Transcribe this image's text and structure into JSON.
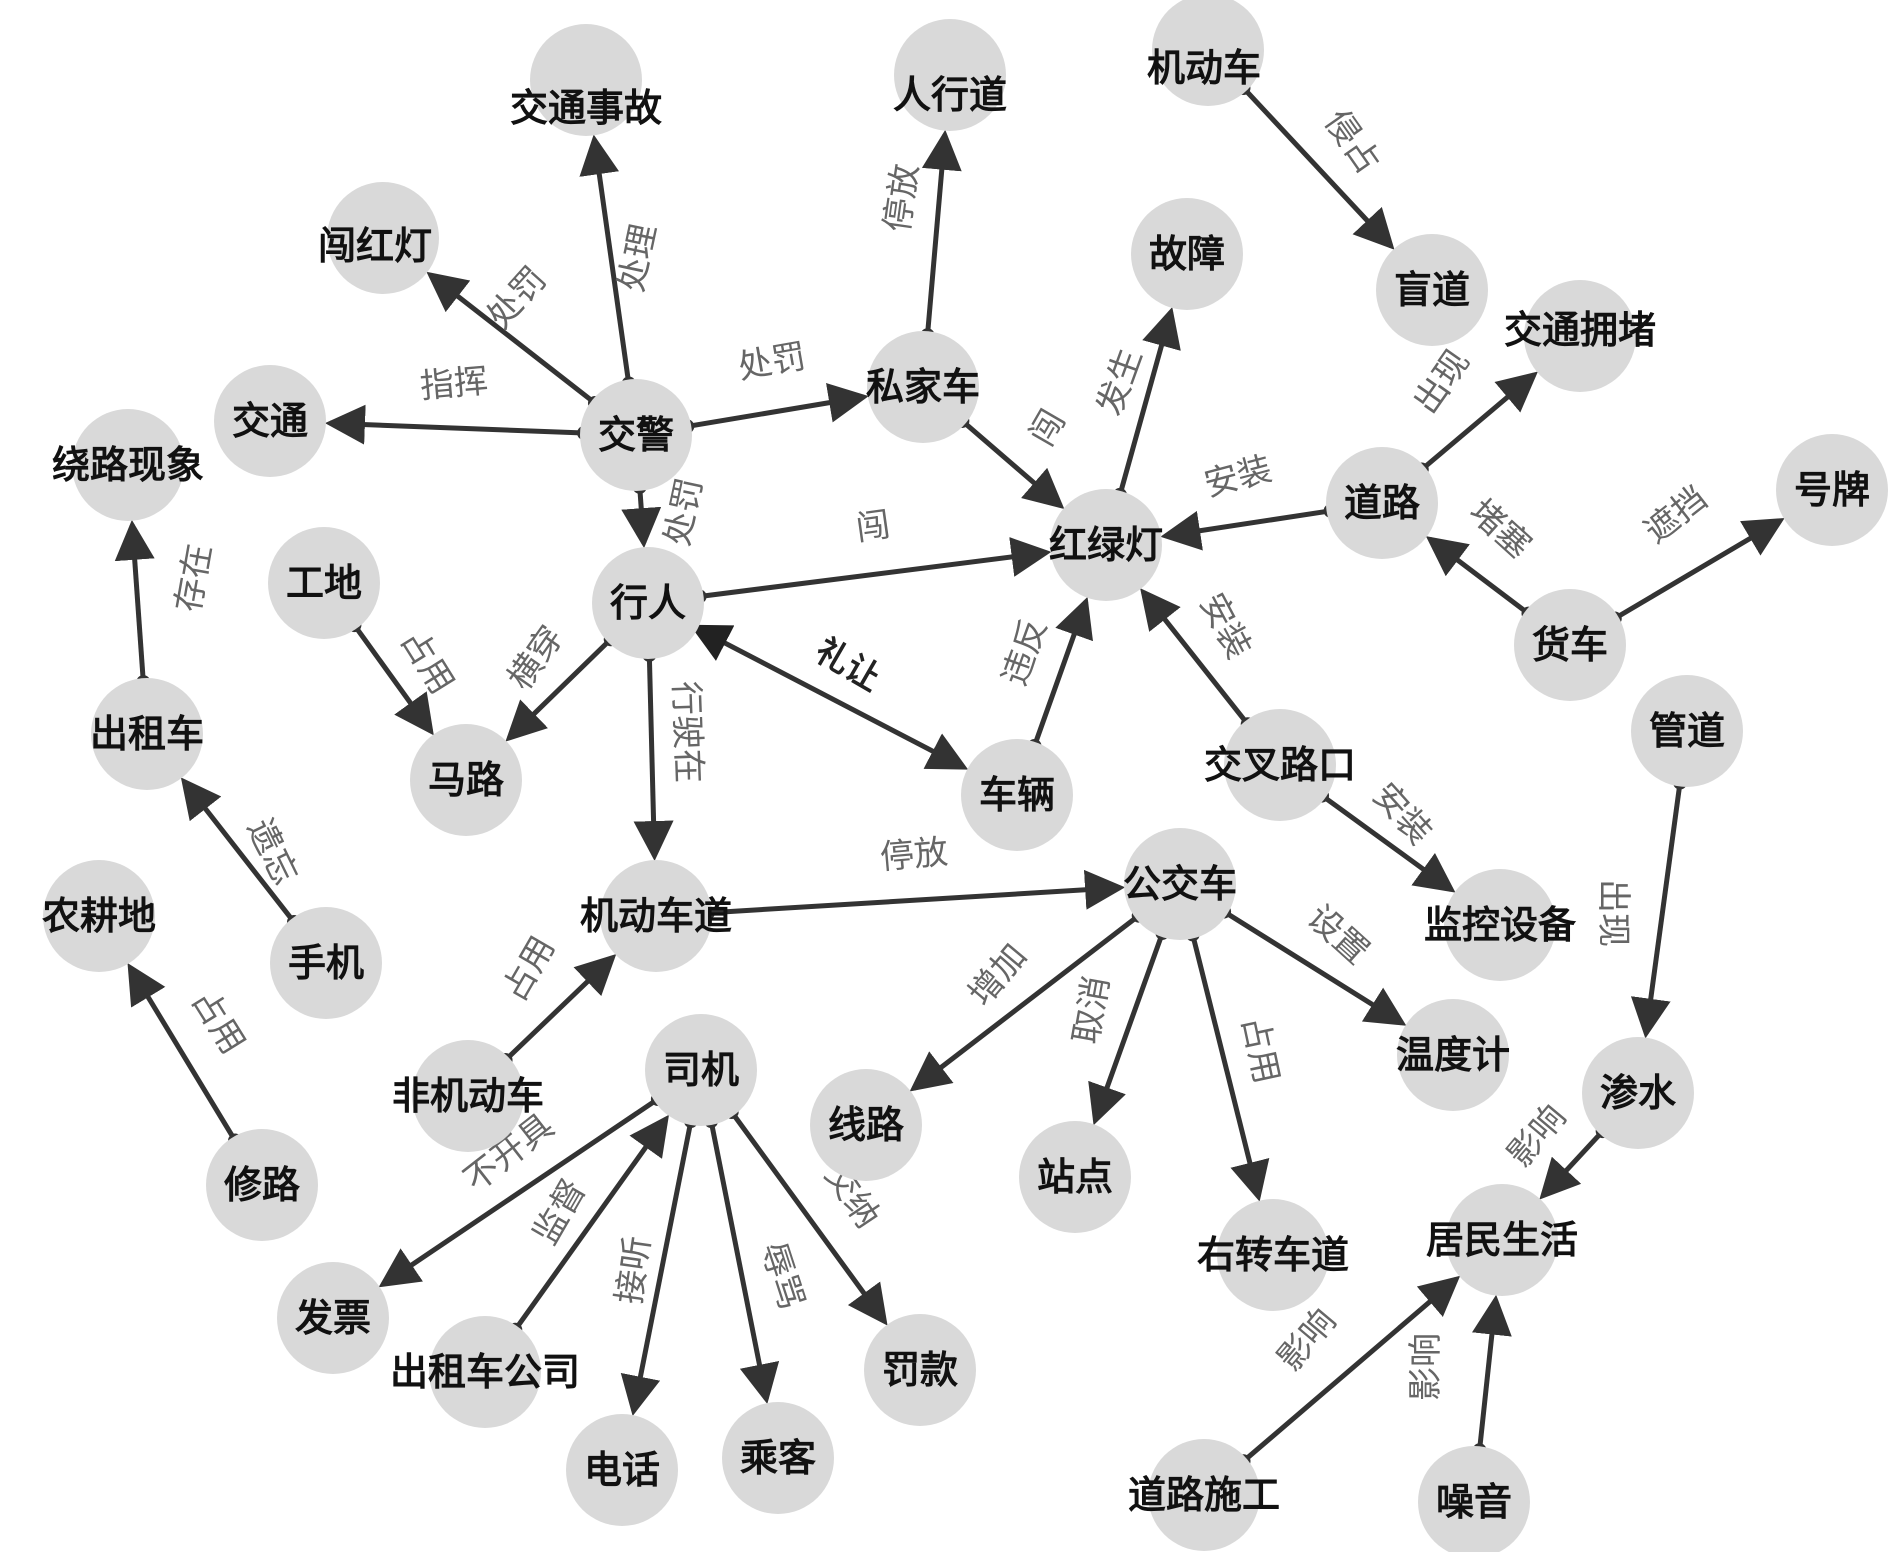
{
  "nodes": [
    {
      "id": "jiaotongshigu",
      "label": "交通事故"
    },
    {
      "id": "renxingdao",
      "label": "人行道"
    },
    {
      "id": "jidongche_top",
      "label": "机动车"
    },
    {
      "id": "chuanghongdeng",
      "label": "闯红灯"
    },
    {
      "id": "guzhang",
      "label": "故障"
    },
    {
      "id": "mangdao",
      "label": "盲道"
    },
    {
      "id": "jiaotongyongdu",
      "label": "交通拥堵"
    },
    {
      "id": "sijiache",
      "label": "私家车"
    },
    {
      "id": "jiaotong",
      "label": "交通"
    },
    {
      "id": "jiaojing",
      "label": "交警"
    },
    {
      "id": "raoluxianxiang",
      "label": "绕路现象"
    },
    {
      "id": "daolu",
      "label": "道路"
    },
    {
      "id": "haopai",
      "label": "号牌"
    },
    {
      "id": "honglvdeng",
      "label": "红绿灯"
    },
    {
      "id": "gongdi",
      "label": "工地"
    },
    {
      "id": "xingren",
      "label": "行人"
    },
    {
      "id": "huoche",
      "label": "货车"
    },
    {
      "id": "chuzuche",
      "label": "出租车"
    },
    {
      "id": "guandao",
      "label": "管道"
    },
    {
      "id": "malu",
      "label": "马路"
    },
    {
      "id": "cheliang",
      "label": "车辆"
    },
    {
      "id": "jiaochalukou",
      "label": "交叉路口"
    },
    {
      "id": "gongjiaoche",
      "label": "公交车"
    },
    {
      "id": "jidongchedao",
      "label": "机动车道"
    },
    {
      "id": "nonggengdi",
      "label": "农耕地"
    },
    {
      "id": "jiankongshebei",
      "label": "监控设备"
    },
    {
      "id": "shouji",
      "label": "手机"
    },
    {
      "id": "wenduji",
      "label": "温度计"
    },
    {
      "id": "feijidongche",
      "label": "非机动车"
    },
    {
      "id": "siji",
      "label": "司机"
    },
    {
      "id": "shenshui",
      "label": "渗水"
    },
    {
      "id": "xianlu",
      "label": "线路"
    },
    {
      "id": "xiulu",
      "label": "修路"
    },
    {
      "id": "zhandian",
      "label": "站点"
    },
    {
      "id": "youzhuanchedao",
      "label": "右转车道"
    },
    {
      "id": "jumin",
      "label": "居民生活"
    },
    {
      "id": "fapiao",
      "label": "发票"
    },
    {
      "id": "chuzuchegongsi",
      "label": "出租车公司"
    },
    {
      "id": "fakuan",
      "label": "罚款"
    },
    {
      "id": "dianhua",
      "label": "电话"
    },
    {
      "id": "chengke",
      "label": "乘客"
    },
    {
      "id": "daolushigong",
      "label": "道路施工"
    },
    {
      "id": "zaoyin",
      "label": "噪音"
    }
  ],
  "edges": [
    {
      "from": "jiaojing",
      "to": "jiaotongshigu",
      "label": "处理"
    },
    {
      "from": "jiaojing",
      "to": "chuanghongdeng",
      "label": "处罚"
    },
    {
      "from": "jiaojing",
      "to": "jiaotong",
      "label": "指挥"
    },
    {
      "from": "jiaojing",
      "to": "sijiache",
      "label": "处罚"
    },
    {
      "from": "jiaojing",
      "to": "xingren",
      "label": "处罚"
    },
    {
      "from": "sijiache",
      "to": "renxingdao",
      "label": "停放"
    },
    {
      "from": "sijiache",
      "to": "honglvdeng",
      "label": "闯"
    },
    {
      "from": "honglvdeng",
      "to": "guzhang",
      "label": "发生"
    },
    {
      "from": "jidongche_top",
      "to": "mangdao",
      "label": "侵占"
    },
    {
      "from": "daolu",
      "to": "jiaotongyongdu",
      "label": "出现"
    },
    {
      "from": "daolu",
      "to": "honglvdeng",
      "label": "安装"
    },
    {
      "from": "huoche",
      "to": "daolu",
      "label": "堵塞"
    },
    {
      "from": "huoche",
      "to": "haopai",
      "label": "遮挡"
    },
    {
      "from": "xingren",
      "to": "honglvdeng",
      "label": "闯"
    },
    {
      "from": "xingren",
      "to": "cheliang",
      "label": "礼让",
      "bidir": true,
      "dark": true
    },
    {
      "from": "xingren",
      "to": "malu",
      "label": "横穿"
    },
    {
      "from": "xingren",
      "to": "jidongchedao",
      "label": "行驶在"
    },
    {
      "from": "gongdi",
      "to": "malu",
      "label": "占用"
    },
    {
      "from": "cheliang",
      "to": "honglvdeng",
      "label": "违反"
    },
    {
      "from": "jiaochalukou",
      "to": "honglvdeng",
      "label": "安装"
    },
    {
      "from": "jiaochalukou",
      "to": "jiankongshebei",
      "label": "安装"
    },
    {
      "from": "chuzuche",
      "to": "raoluxianxiang",
      "label": "存在"
    },
    {
      "from": "shouji",
      "to": "chuzuche",
      "label": "遗忘"
    },
    {
      "from": "jidongchedao",
      "to": "gongjiaoche",
      "label": "停放"
    },
    {
      "from": "feijidongche",
      "to": "jidongchedao",
      "label": "占用"
    },
    {
      "from": "gongjiaoche",
      "to": "xianlu",
      "label": "增加"
    },
    {
      "from": "gongjiaoche",
      "to": "zhandian",
      "label": "取消"
    },
    {
      "from": "gongjiaoche",
      "to": "youzhuanchedao",
      "label": "占用"
    },
    {
      "from": "gongjiaoche",
      "to": "wenduji",
      "label": "设置"
    },
    {
      "from": "xiulu",
      "to": "nonggengdi",
      "label": "占用"
    },
    {
      "from": "guandao",
      "to": "shenshui",
      "label": "出现"
    },
    {
      "from": "shenshui",
      "to": "jumin",
      "label": "影响"
    },
    {
      "from": "daolushigong",
      "to": "jumin",
      "label": "影响"
    },
    {
      "from": "zaoyin",
      "to": "jumin",
      "label": "影响"
    },
    {
      "from": "siji",
      "to": "fapiao",
      "label": "不开具"
    },
    {
      "from": "chuzuchegongsi",
      "to": "siji",
      "label": "监督"
    },
    {
      "from": "siji",
      "to": "dianhua",
      "label": "接听"
    },
    {
      "from": "siji",
      "to": "chengke",
      "label": "辱骂"
    },
    {
      "from": "siji",
      "to": "fakuan",
      "label": "交纳"
    }
  ]
}
